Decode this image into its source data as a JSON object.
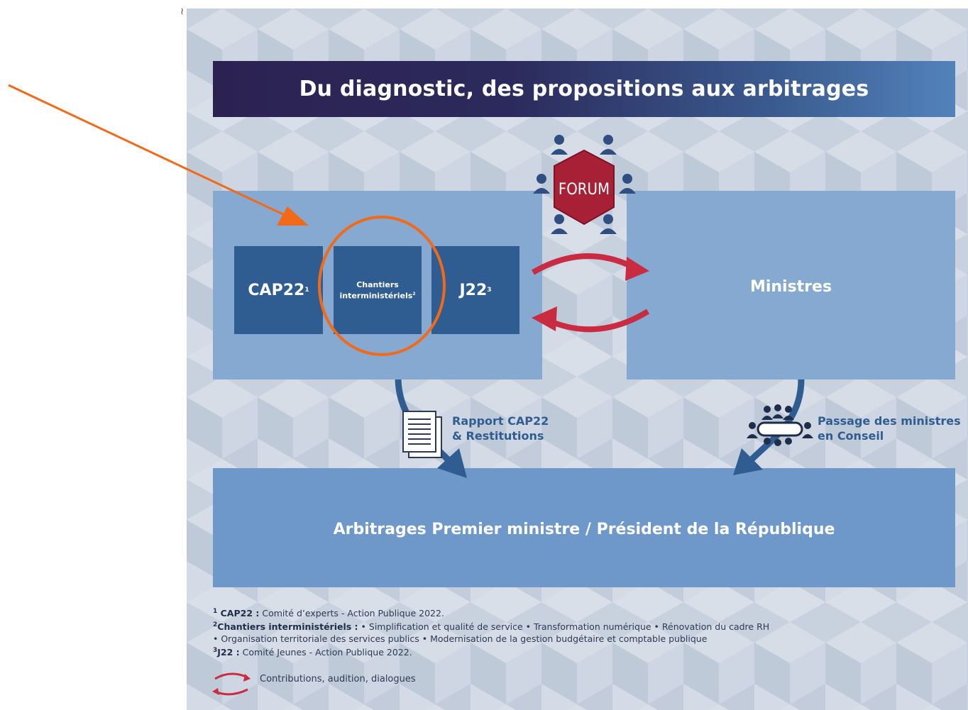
{
  "corner_mark": "~",
  "title": "Du diagnostic, des propositions aux arbitrages",
  "forum_label": "FORUM",
  "boxes": {
    "cap22": {
      "label": "CAP22",
      "sup": "1"
    },
    "chantiers": {
      "line1": "Chantiers",
      "line2": "interministériels",
      "sup": "2"
    },
    "j22": {
      "label": "J22",
      "sup": "3"
    }
  },
  "ministres": "Ministres",
  "rapport": {
    "line1": "Rapport CAP22",
    "line2": "& Restitutions"
  },
  "passage": {
    "line1": "Passage des ministres",
    "line2": "en Conseil"
  },
  "arbitrages": "Arbitrages Premier ministre / Président de la République",
  "footnotes": {
    "f1_num": "1",
    "f1_bold": "CAP22 :",
    "f1_text": " Comité d’experts - Action Publique 2022.",
    "f2_num": "2",
    "f2_bold": "Chantiers interministériels :",
    "f2_text": " • Simplification et qualité de service • Transformation numérique • Rénovation du cadre RH",
    "f2_line2": "• Organisation territoriale des services publics • Modernisation de la gestion budgétaire et comptable publique",
    "f3_num": "3",
    "f3_bold": "J22 :",
    "f3_text": " Comité Jeunes - Action Publique 2022."
  },
  "legend": "Contributions, audition, dialogues",
  "colors": {
    "annotation": "#f26a18",
    "exchange_arrows": "#c92c40",
    "forum_hexagon": "#a82036",
    "box_blue": "#2f5d92",
    "panel_blue": "#86a9d1",
    "bottom_bar": "#6e98c9",
    "title_bg_start": "#2c2252",
    "title_bg_end": "#5282bb"
  }
}
